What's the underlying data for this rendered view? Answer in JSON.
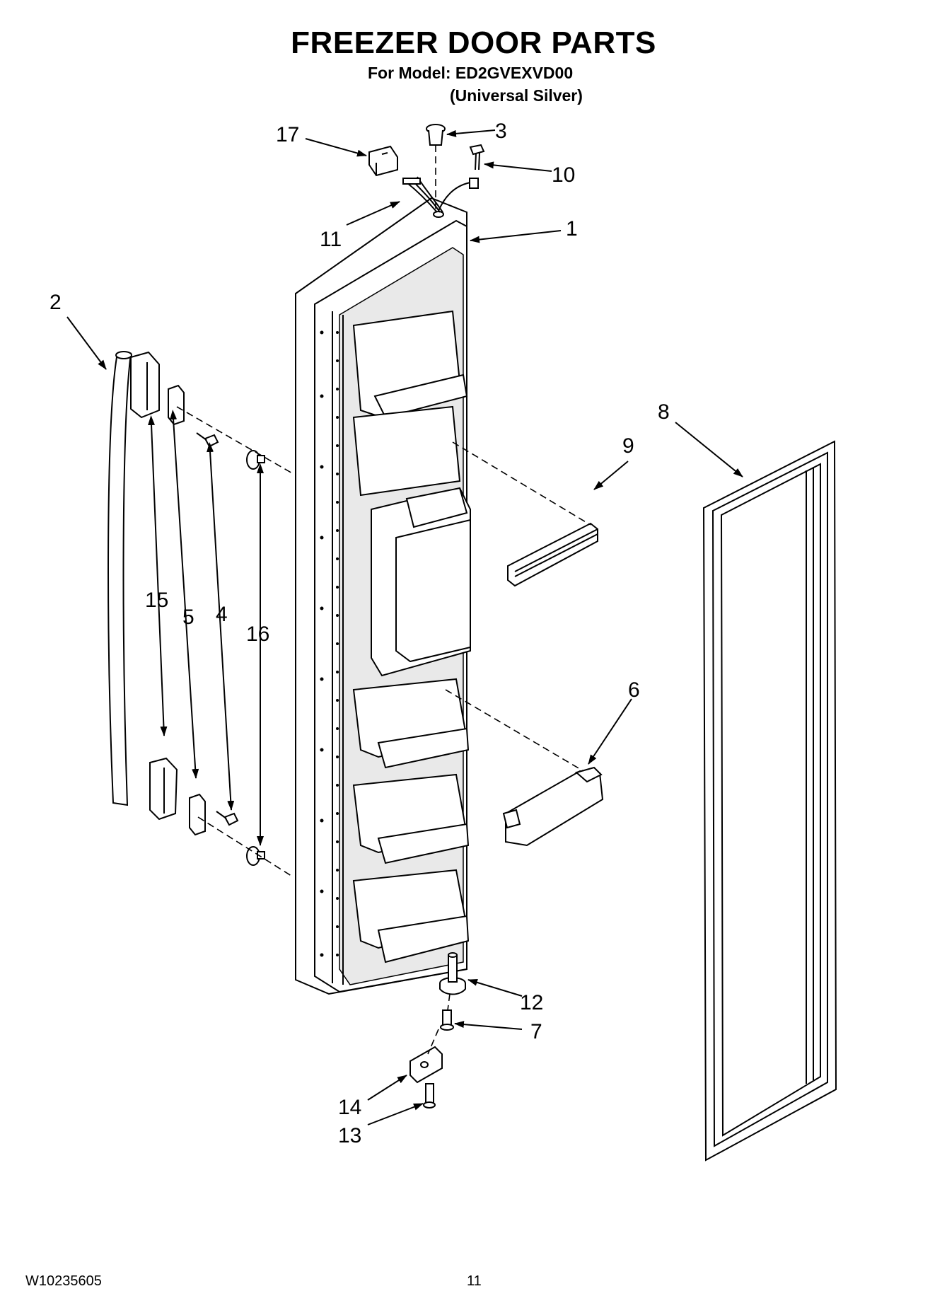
{
  "header": {
    "title": "FREEZER DOOR PARTS",
    "model_line": "For Model: ED2GVEXVD00",
    "variant": "(Universal Silver)"
  },
  "footer": {
    "doc_number": "W10235605",
    "page_number": "11"
  },
  "callouts": {
    "c1": "1",
    "c2": "2",
    "c3": "3",
    "c4": "4",
    "c5": "5",
    "c6": "6",
    "c7": "7",
    "c8": "8",
    "c9": "9",
    "c10": "10",
    "c11": "11",
    "c12": "12",
    "c13": "13",
    "c14": "14",
    "c15": "15",
    "c16": "16",
    "c17": "17"
  }
}
